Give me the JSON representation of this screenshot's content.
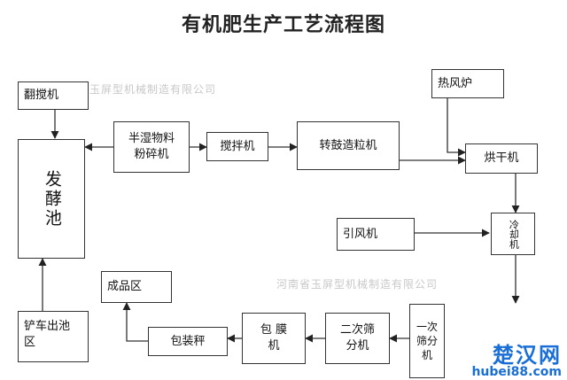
{
  "title": "有机肥生产工艺流程图",
  "boxes": {
    "fanjiao": "翻搅机",
    "fajiao": "发酵池",
    "banshi": "半湿物料\n粉碎机",
    "jiaoban": "搅拌机",
    "zhuangu": "转鼓造粒机",
    "refenglu": "热风炉",
    "honggan": "烘干机",
    "lengque": "冷却机",
    "yinfeng": "引风机",
    "yici": "一次\n筛分\n机",
    "erci": "二次筛\n分机",
    "baomo": "包 膜\n机",
    "baozhuang": "包装秤",
    "chengpin": "成品区",
    "chanche": "铲车出池\n区"
  },
  "watermarks": {
    "top": "河南省玉屏型机械制造有限公司",
    "middle": "河南省玉屏型机械制造有限公司"
  },
  "logo": {
    "main": "楚汉网",
    "url": "hubei88.com"
  }
}
